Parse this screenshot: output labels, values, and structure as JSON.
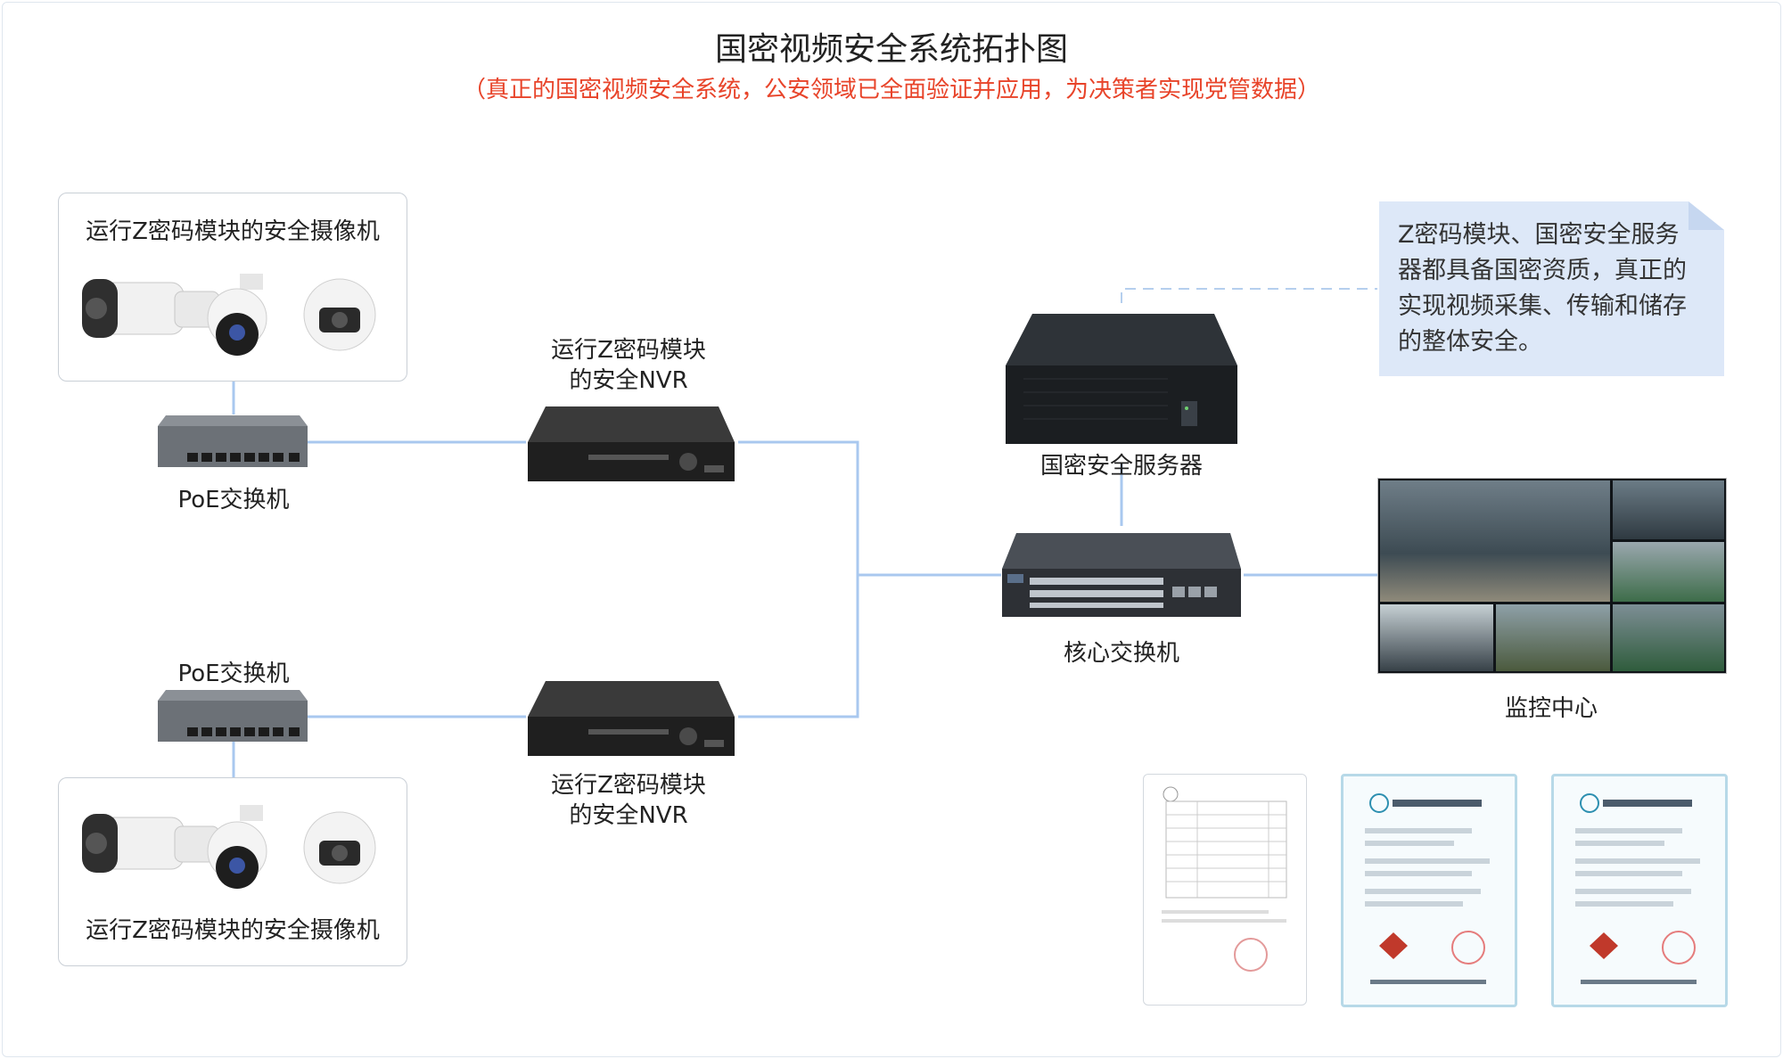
{
  "title": "国密视频安全系统拓扑图",
  "subtitle": "（真正的国密视频安全系统，公安领域已全面验证并应用，为决策者实现党管数据）",
  "nodes": {
    "camera_group_top": "运行Z密码模块的安全摄像机",
    "camera_group_bottom": "运行Z密码模块的安全摄像机",
    "poe_switch_top": "PoE交换机",
    "poe_switch_bottom": "PoE交换机",
    "nvr_top_line1": "运行Z密码模块",
    "nvr_top_line2": "的安全NVR",
    "nvr_bottom_line1": "运行Z密码模块",
    "nvr_bottom_line2": "的安全NVR",
    "server": "国密安全服务器",
    "core_switch": "核心交换机",
    "monitor_center": "监控中心"
  },
  "note": {
    "lines": [
      "Z密码模块、国密安全服务",
      "器都具备国密资质，真正的",
      "实现视频采集、传输和储存",
      "的整体安全。"
    ]
  },
  "colors": {
    "link": "#a9c8ef",
    "subtitle": "#e8442a",
    "note_bg": "#dde8f8",
    "device_dark": "#2b2b2b"
  }
}
